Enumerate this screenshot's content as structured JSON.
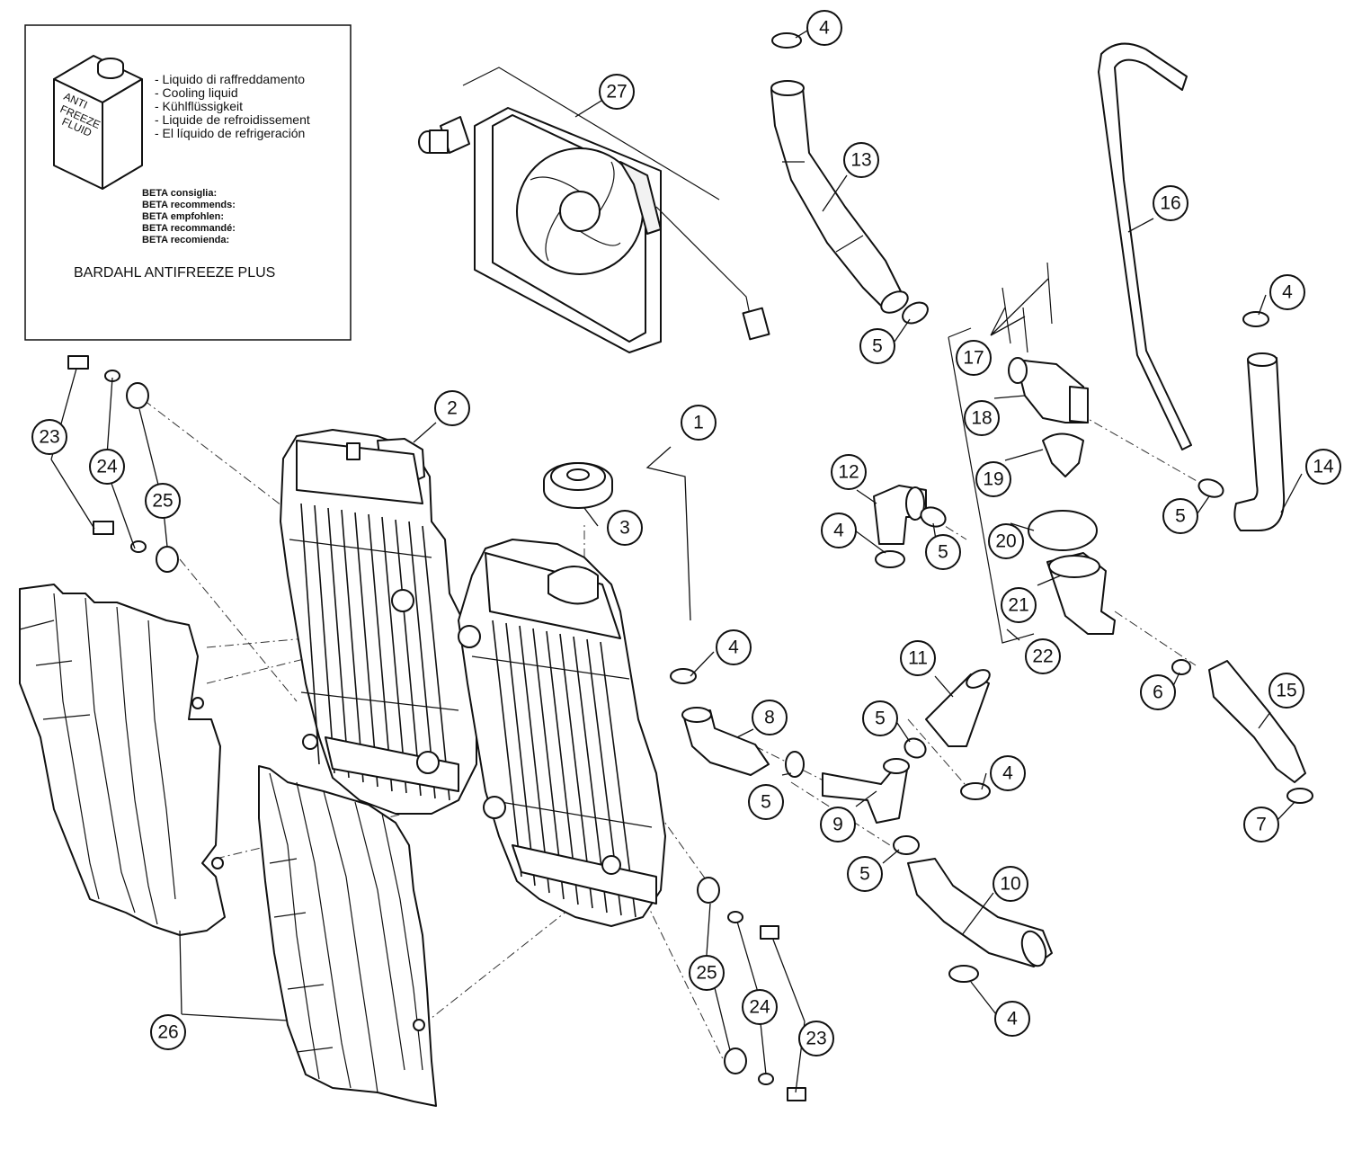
{
  "legend_box": {
    "can_label": [
      "ANTI",
      "FREEZE",
      "FLUID"
    ],
    "liquid_names": [
      "- Liquido di raffreddamento",
      "- Cooling liquid",
      "- Kühlflüssigkeit",
      "- Liquide de refroidissement",
      "- El líquido de refrigeración"
    ],
    "recommends": [
      "BETA consiglia:",
      "BETA recommends:",
      "BETA empfohlen:",
      "BETA recommandé:",
      "BETA recomienda:"
    ],
    "product": "BARDAHL ANTIFREEZE PLUS"
  },
  "callouts": [
    {
      "id": "c1",
      "label": "1"
    },
    {
      "id": "c2",
      "label": "2"
    },
    {
      "id": "c3",
      "label": "3"
    },
    {
      "id": "c4a",
      "label": "4"
    },
    {
      "id": "c4b",
      "label": "4"
    },
    {
      "id": "c4c",
      "label": "4"
    },
    {
      "id": "c4d",
      "label": "4"
    },
    {
      "id": "c4e",
      "label": "4"
    },
    {
      "id": "c4f",
      "label": "4"
    },
    {
      "id": "c5a",
      "label": "5"
    },
    {
      "id": "c5b",
      "label": "5"
    },
    {
      "id": "c5c",
      "label": "5"
    },
    {
      "id": "c5d",
      "label": "5"
    },
    {
      "id": "c5e",
      "label": "5"
    },
    {
      "id": "c5f",
      "label": "5"
    },
    {
      "id": "c6",
      "label": "6"
    },
    {
      "id": "c7",
      "label": "7"
    },
    {
      "id": "c8",
      "label": "8"
    },
    {
      "id": "c9",
      "label": "9"
    },
    {
      "id": "c10",
      "label": "10"
    },
    {
      "id": "c11",
      "label": "11"
    },
    {
      "id": "c12",
      "label": "12"
    },
    {
      "id": "c13",
      "label": "13"
    },
    {
      "id": "c14",
      "label": "14"
    },
    {
      "id": "c15",
      "label": "15"
    },
    {
      "id": "c16",
      "label": "16"
    },
    {
      "id": "c17",
      "label": "17"
    },
    {
      "id": "c18",
      "label": "18"
    },
    {
      "id": "c19",
      "label": "19"
    },
    {
      "id": "c20",
      "label": "20"
    },
    {
      "id": "c21",
      "label": "21"
    },
    {
      "id": "c22",
      "label": "22"
    },
    {
      "id": "c23a",
      "label": "23"
    },
    {
      "id": "c23b",
      "label": "23"
    },
    {
      "id": "c24a",
      "label": "24"
    },
    {
      "id": "c24b",
      "label": "24"
    },
    {
      "id": "c25a",
      "label": "25"
    },
    {
      "id": "c25b",
      "label": "25"
    },
    {
      "id": "c26",
      "label": "26"
    },
    {
      "id": "c27",
      "label": "27"
    }
  ]
}
